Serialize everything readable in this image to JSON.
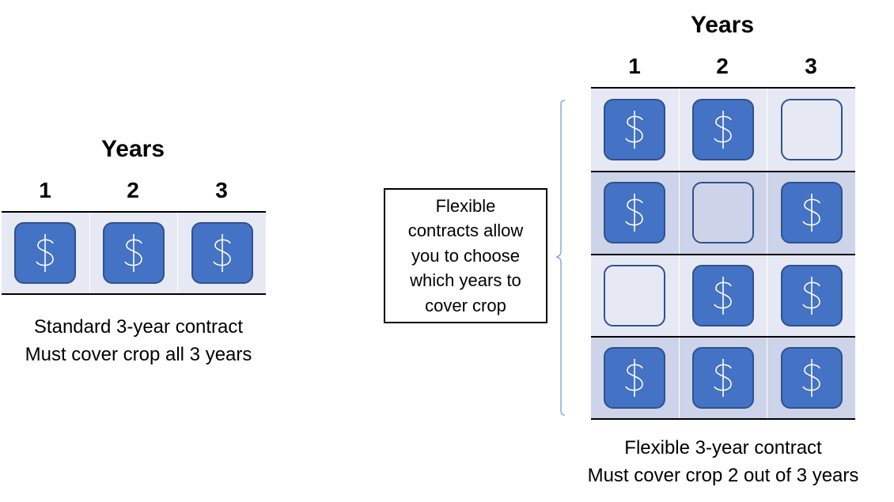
{
  "standard": {
    "heading": "Years",
    "years": [
      "1",
      "2",
      "3"
    ],
    "coverage": [
      true,
      true,
      true
    ],
    "caption_line1": "Standard 3-year contract",
    "caption_line2": "Must cover crop all 3 years"
  },
  "flexible": {
    "heading": "Years",
    "years": [
      "1",
      "2",
      "3"
    ],
    "rows": [
      {
        "coverage": [
          true,
          true,
          false
        ],
        "shade": "light"
      },
      {
        "coverage": [
          true,
          false,
          true
        ],
        "shade": "dark"
      },
      {
        "coverage": [
          false,
          true,
          true
        ],
        "shade": "light"
      },
      {
        "coverage": [
          true,
          true,
          true
        ],
        "shade": "dark"
      }
    ],
    "caption_line1": "Flexible 3-year contract",
    "caption_line2": "Must cover crop 2 out of 3 years"
  },
  "note": {
    "lines": [
      "Flexible",
      "contracts allow",
      "you to choose",
      "which years to",
      "cover crop"
    ]
  },
  "icon": "dollar-sign-icon",
  "colors": {
    "tile_fill": "#4472c4",
    "tile_border": "#2f528f",
    "row_light": "#e6e9f3",
    "row_dark": "#cdd3e8",
    "bracket": "#8ea9db"
  }
}
